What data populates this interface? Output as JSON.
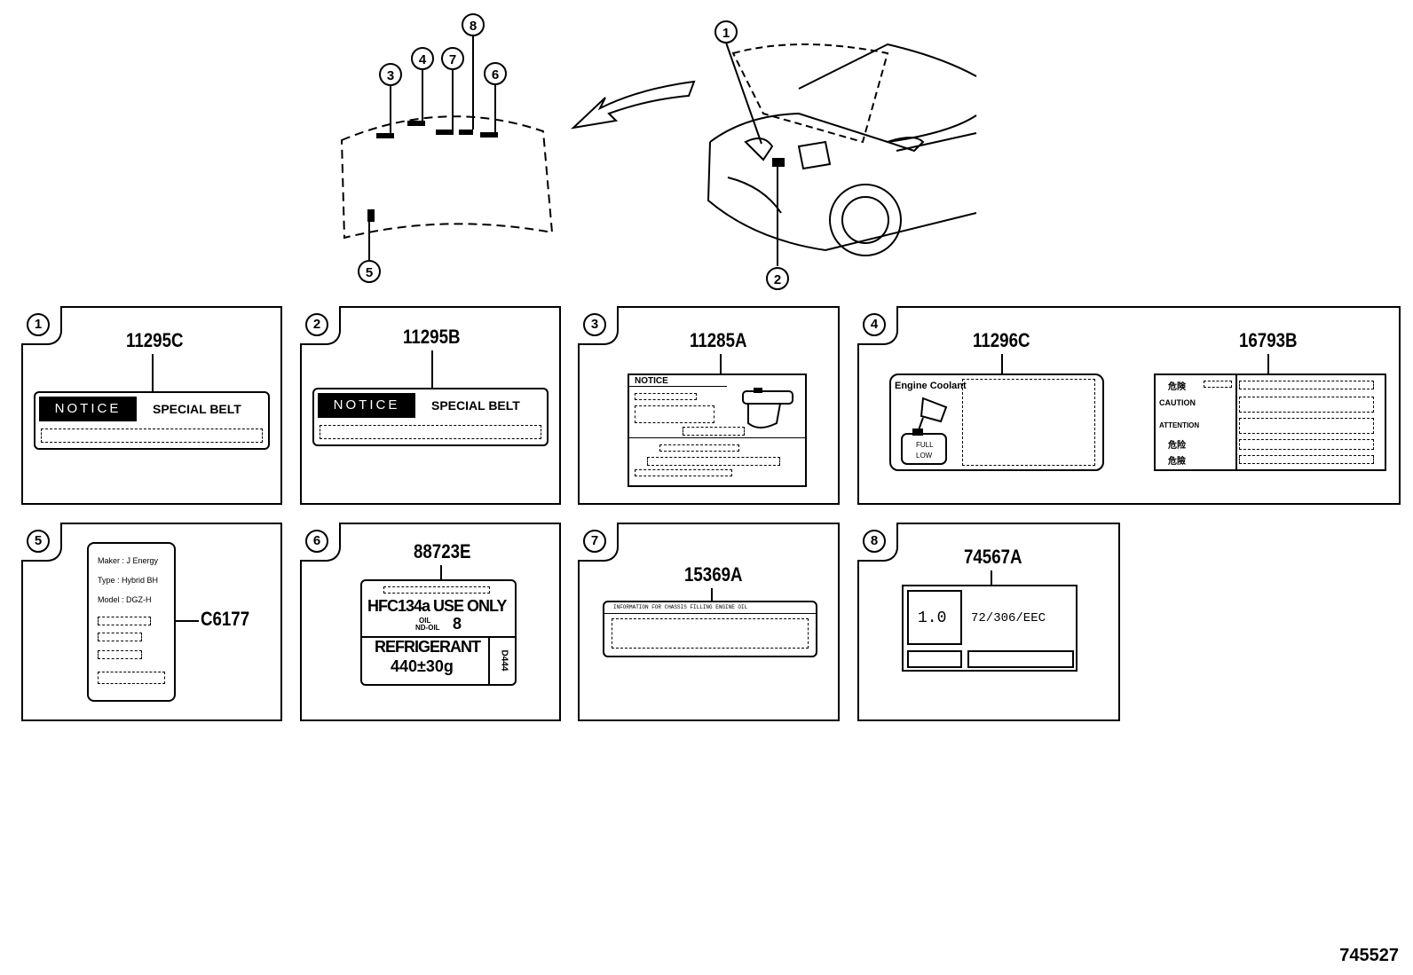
{
  "diagram": {
    "callouts": [
      "1",
      "2",
      "3",
      "4",
      "5",
      "6",
      "7",
      "8"
    ],
    "footer_code": "745527"
  },
  "panels": [
    {
      "num": "1",
      "part": "11295C",
      "notice": "NOTICE",
      "title": "SPECIAL BELT"
    },
    {
      "num": "2",
      "part": "11295B",
      "notice": "NOTICE",
      "title": "SPECIAL BELT"
    },
    {
      "num": "3",
      "part": "11285A",
      "notice": "NOTICE"
    },
    {
      "num": "4",
      "parts": [
        "11296C",
        "16793B"
      ],
      "coolant": "Engine Coolant",
      "full": "FULL",
      "low": "LOW",
      "warnings": [
        "危険",
        "CAUTION",
        "ATTENTION",
        "危险",
        "危險"
      ]
    },
    {
      "num": "5",
      "part": "C6177",
      "lines": [
        "Maker : J Energy",
        "Type : Hybrid BH",
        "Model : DGZ-H"
      ]
    },
    {
      "num": "6",
      "part": "88723E",
      "line1": "HFC134a USE ONLY",
      "oil": "OIL",
      "oil2": "ND-OIL",
      "oil_num": "8",
      "ref": "REFRIGERANT",
      "amount": "440±30g",
      "side": "D444"
    },
    {
      "num": "7",
      "part": "15369A",
      "header": "INFORMATION FOR CHASSIS FILLING ENGINE OIL"
    },
    {
      "num": "8",
      "part": "74567A",
      "value": "1.0",
      "directive": "72/306/EEC"
    }
  ]
}
